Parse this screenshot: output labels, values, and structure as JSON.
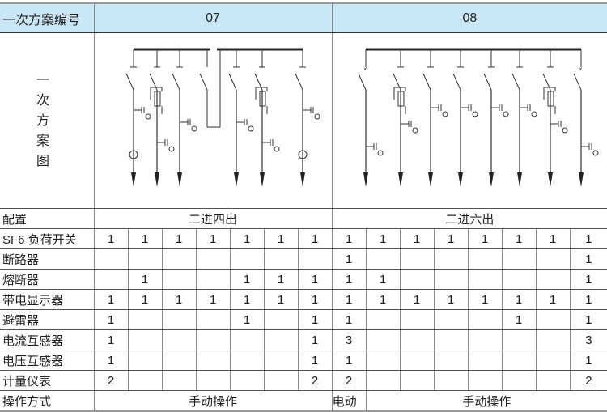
{
  "header": {
    "label": "一次方案编号",
    "scheme_a": "07",
    "scheme_b": "08"
  },
  "diagram_row": {
    "label_chars": [
      "一",
      "次",
      "方",
      "案",
      "图"
    ]
  },
  "config": {
    "label": "配置",
    "scheme_a": "二进四出",
    "scheme_b": "二进六出"
  },
  "rows": [
    {
      "label": "SF6 负荷开关",
      "values": [
        "1",
        "1",
        "1",
        "1",
        "1",
        "1",
        "1",
        "1",
        "1",
        "1",
        "1",
        "1",
        "1",
        "1",
        "1"
      ]
    },
    {
      "label": "断路器",
      "values": [
        "",
        "",
        "",
        "",
        "",
        "",
        "",
        "1",
        "",
        "",
        "",
        "",
        "",
        "",
        "1"
      ]
    },
    {
      "label": "熔断器",
      "values": [
        "",
        "1",
        "",
        "",
        "1",
        "1",
        "1",
        "1",
        "1",
        "",
        "",
        "",
        "",
        "",
        "1"
      ]
    },
    {
      "label": "带电显示器",
      "values": [
        "1",
        "1",
        "1",
        "1",
        "1",
        "1",
        "1",
        "1",
        "1",
        "1",
        "1",
        "1",
        "1",
        "1",
        "1"
      ]
    },
    {
      "label": "避雷器",
      "values": [
        "1",
        "",
        "",
        "",
        "1",
        "",
        "1",
        "1",
        "",
        "",
        "",
        "",
        "1",
        "",
        "1"
      ]
    },
    {
      "label": "电流互感器",
      "values": [
        "1",
        "",
        "",
        "",
        "",
        "",
        "1",
        "3",
        "",
        "",
        "",
        "",
        "",
        "",
        "3"
      ]
    },
    {
      "label": "电压互感器",
      "values": [
        "1",
        "",
        "",
        "",
        "",
        "",
        "1",
        "1",
        "",
        "",
        "",
        "",
        "",
        "",
        "1"
      ]
    },
    {
      "label": "计量仪表",
      "values": [
        "2",
        "",
        "",
        "",
        "",
        "",
        "2",
        "2",
        "",
        "",
        "",
        "",
        "",
        "",
        "2"
      ]
    }
  ],
  "operation": {
    "label": "操作方式",
    "scheme_a": "手动操作",
    "scheme_b_first": "电动",
    "scheme_b_rest": "手动操作"
  }
}
